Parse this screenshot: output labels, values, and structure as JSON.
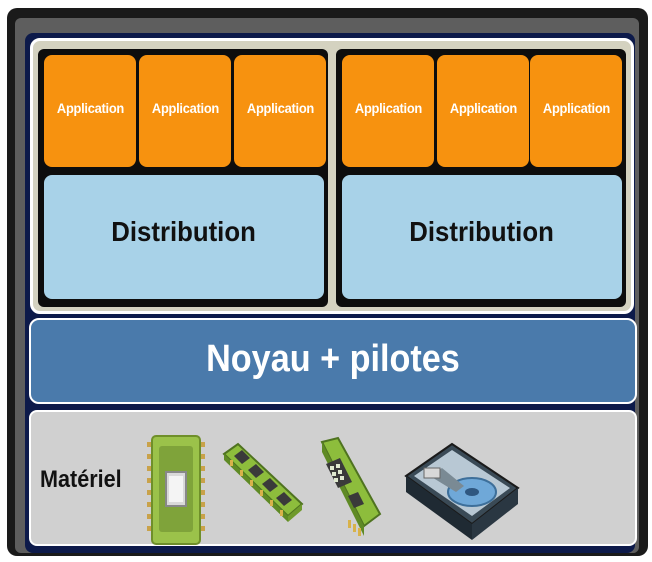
{
  "diagram": {
    "user_space": {
      "stacks": [
        {
          "applications": [
            "Application",
            "Application",
            "Application"
          ],
          "distribution": "Distribution"
        },
        {
          "applications": [
            "Application",
            "Application",
            "Application"
          ],
          "distribution": "Distribution"
        }
      ]
    },
    "kernel": {
      "label": "Noyau + pilotes"
    },
    "hardware": {
      "label": "Matériel",
      "icons": [
        "cpu-chip-icon",
        "ram-module-icon",
        "expansion-card-icon",
        "hard-drive-icon"
      ]
    },
    "colors": {
      "application": "#f7920f",
      "distribution": "#a8d2e8",
      "kernel": "#4a7aab",
      "hardware": "#d0d0d0",
      "frame": "#1a1a1a"
    }
  }
}
